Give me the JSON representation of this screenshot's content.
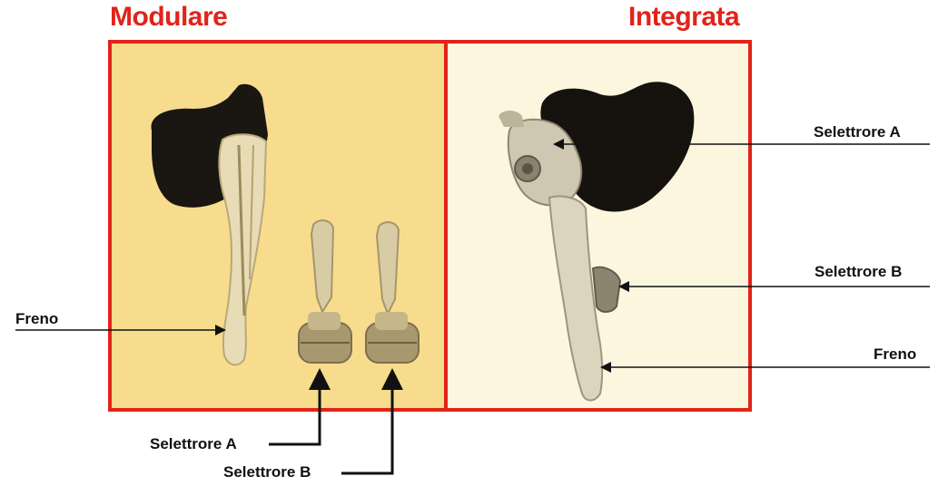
{
  "headings": {
    "left": "Modulare",
    "right": "Integrata"
  },
  "labels": {
    "left_freno": "Freno",
    "left_selettore_a": "Selettrore A",
    "left_selettore_b": "Selettrore B",
    "right_selettore_a": "Selettrore A",
    "right_selettore_b": "Selettrore B",
    "right_freno": "Freno"
  },
  "colors": {
    "accent_red": "#e2231a",
    "left_panel_bg": "#f7dc8e",
    "right_panel_bg": "#fdf6de",
    "leader_line": "#111111"
  }
}
